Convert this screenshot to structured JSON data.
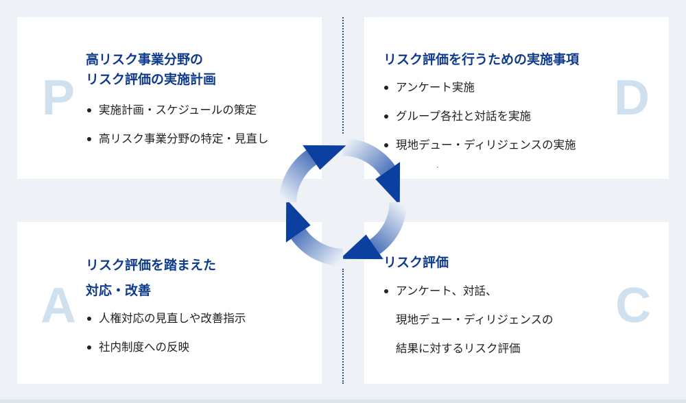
{
  "colors": {
    "background": "#eef2f6",
    "panel": "#ffffff",
    "title": "#0e3a8c",
    "letter": "#cfe0ee",
    "arrow_dark": "#0b3fa0",
    "arrow_light": "#eaf0f8"
  },
  "cycle": {
    "type": "circular-arrows",
    "arrow_count": 4,
    "direction": "clockwise"
  },
  "plan": {
    "letter": "P",
    "title_lines": [
      "高リスク事業分野の",
      "リスク評価の実施計画"
    ],
    "items": [
      "実施計画・スケジュールの策定",
      "高リスク事業分野の特定・見直し"
    ]
  },
  "do": {
    "letter": "D",
    "title_lines": [
      "リスク評価を行うための実施事項"
    ],
    "items": [
      "アンケート実施",
      "グループ各社と対話を実施",
      "現地デュー・ディリジェンスの実施"
    ]
  },
  "act": {
    "letter": "A",
    "title_lines": [
      "リスク評価を踏まえた",
      "対応・改善"
    ],
    "items": [
      "人権対応の見直しや改善指示",
      "社内制度への反映"
    ]
  },
  "check": {
    "letter": "C",
    "title_lines": [
      "リスク評価"
    ],
    "item_lines": [
      "アンケート、対話、",
      "現地デュー・ディリジェンスの",
      "結果に対するリスク評価"
    ]
  }
}
